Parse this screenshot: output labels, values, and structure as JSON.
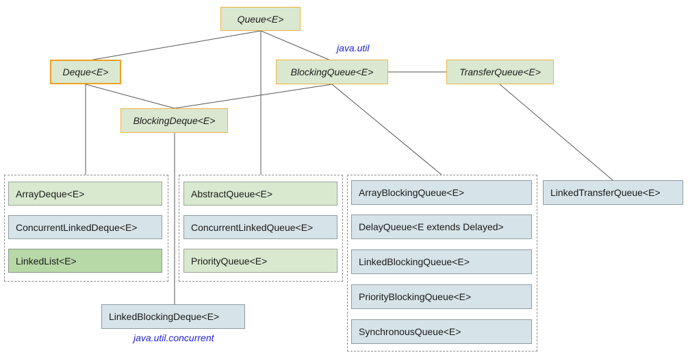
{
  "interfaces": {
    "queue": "Queue<E>",
    "deque": "Deque<E>",
    "blocking_queue": "BlockingQueue<E>",
    "transfer_queue": "TransferQueue<E>",
    "blocking_deque": "BlockingDeque<E>"
  },
  "packages": {
    "java_util": "java.util",
    "java_util_concurrent": "java.util.concurrent"
  },
  "deque_impls": [
    "ArrayDeque<E>",
    "ConcurrentLinkedDeque<E>",
    "LinkedList<E>"
  ],
  "queue_impls": [
    "AbstractQueue<E>",
    "ConcurrentLinkedQueue<E>",
    "PriorityQueue<E>"
  ],
  "blocking_queue_impls": [
    "ArrayBlockingQueue<E>",
    "DelayQueue<E extends Delayed>",
    "LinkedBlockingQueue<E>",
    "PriorityBlockingQueue<E>",
    "SynchronousQueue<E>"
  ],
  "transfer_queue_impl": "LinkedTransferQueue<E>",
  "blocking_deque_impl": "LinkedBlockingDeque<E>",
  "colors": {
    "interface_fill": "#dae8d2",
    "interface_border": "#f2b23c",
    "class_green": "#d8e9d0",
    "class_dark_green": "#b7d8a7",
    "class_blue": "#d6e3e8",
    "package_label": "#1f1fdc"
  }
}
